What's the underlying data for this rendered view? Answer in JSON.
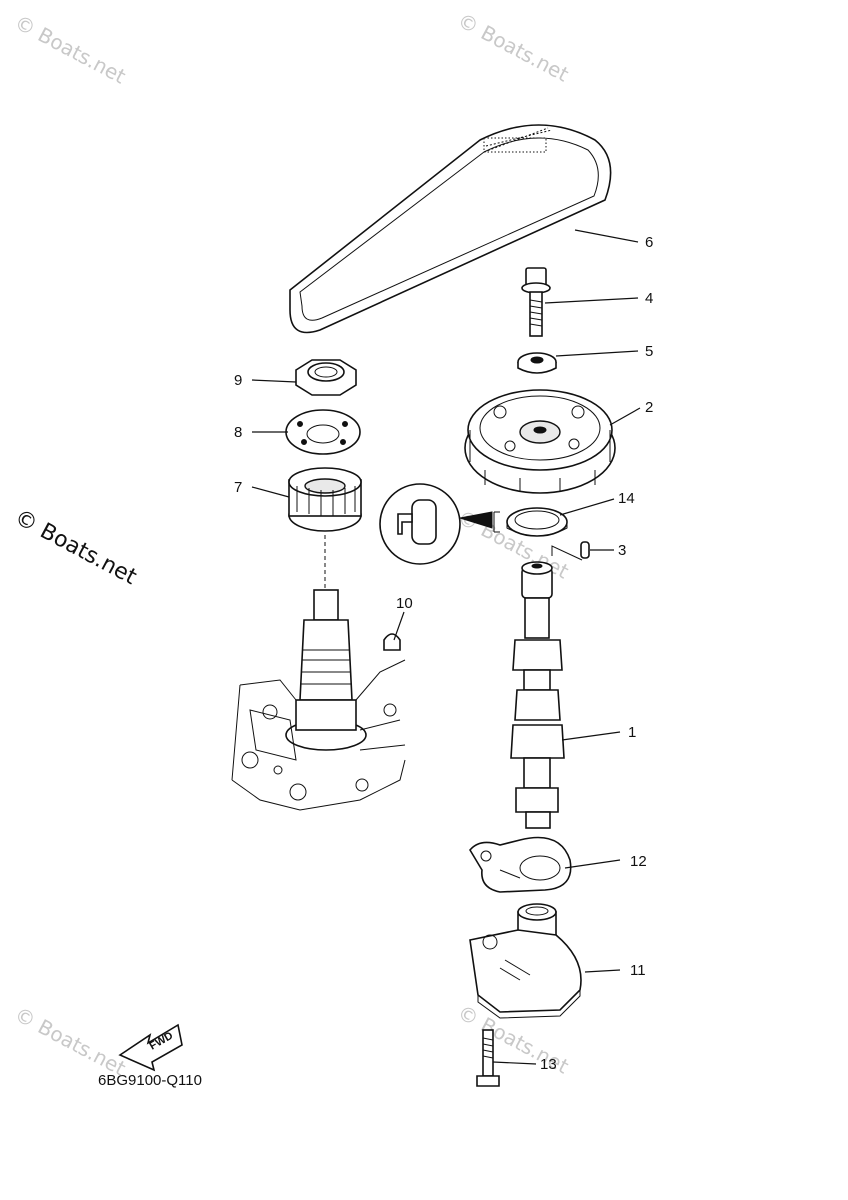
{
  "watermarks": {
    "top_left": "© Boats.net",
    "top_center": "© Boats.net",
    "left_main": "© Boats.net",
    "lower_left": "© Boats.net",
    "lower_center": "© Boats.net",
    "mid_right": "© Boats.net"
  },
  "callouts": {
    "c1": "1",
    "c2": "2",
    "c3": "3",
    "c4": "4",
    "c5": "5",
    "c6": "6",
    "c7": "7",
    "c8": "8",
    "c9": "9",
    "c10": "10",
    "c11": "11",
    "c12": "12",
    "c13": "13",
    "c14": "14"
  },
  "fwd_label": "FWD",
  "diagram_code": "6BG9100-Q110"
}
